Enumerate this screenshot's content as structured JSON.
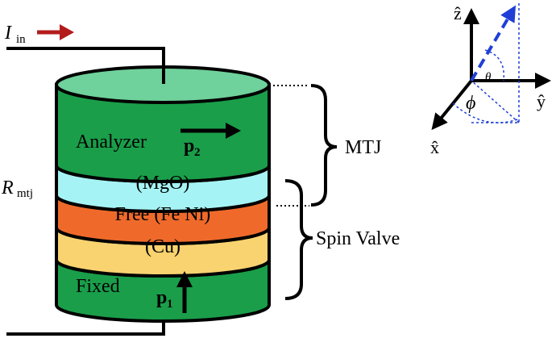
{
  "current": {
    "symbol": "I",
    "subscript": "in"
  },
  "resistance": {
    "symbol": "R",
    "subscript": "mtj"
  },
  "layers": {
    "analyzer": {
      "label": "Analyzer",
      "vector": "p",
      "vector_sub": "2",
      "color": "#1a9e4a"
    },
    "mgo": {
      "label": "(MgO)",
      "color": "#a6f3f5"
    },
    "free": {
      "label": "Free (Fe Ni)",
      "color": "#ef6a2a"
    },
    "cu": {
      "label": "(Cu)",
      "color": "#f8d36f"
    },
    "fixed": {
      "label": "Fixed",
      "vector": "p",
      "vector_sub": "1",
      "color": "#1a9e4a"
    },
    "top_face_color": "#6fd19b"
  },
  "brackets": {
    "mtj": "MTJ",
    "spin_valve": "Spin Valve"
  },
  "axes": {
    "z": "ẑ",
    "y": "ŷ",
    "x": "x̂",
    "theta": "θ",
    "phi": "ϕ"
  },
  "colors": {
    "arrow_red": "#b31b1b",
    "vector_blue": "#1f3fd6"
  }
}
